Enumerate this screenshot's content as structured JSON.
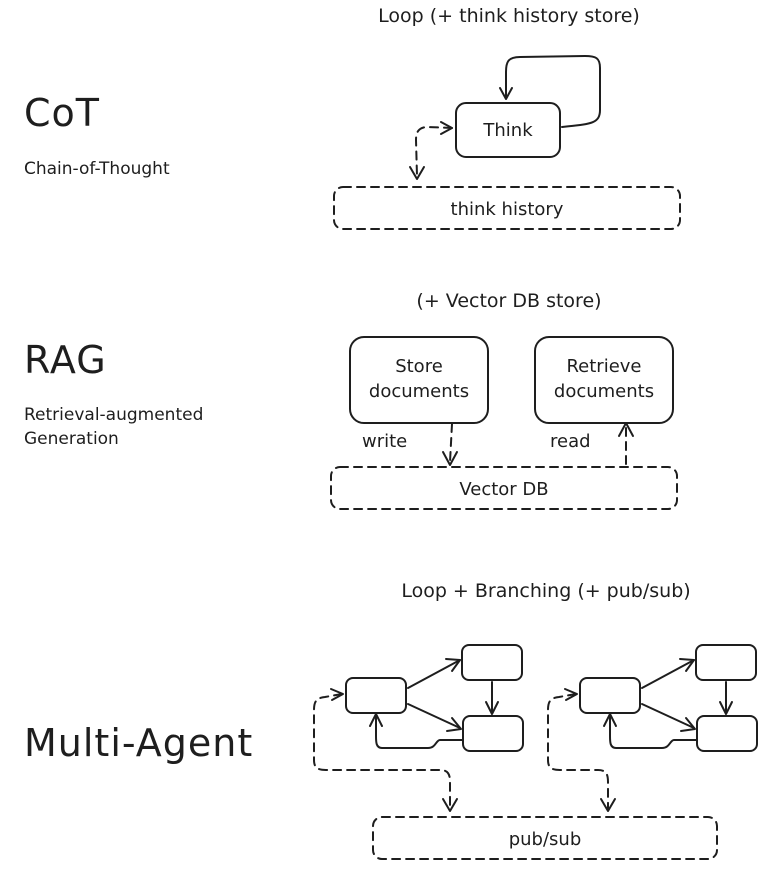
{
  "sections": {
    "cot": {
      "title": "CoT",
      "subtitle": "Chain-of-Thought",
      "caption": "Loop (+ think history store)",
      "think_box": "Think",
      "store_label": "think history"
    },
    "rag": {
      "title": "RAG",
      "subtitle_line1": "Retrieval-augmented",
      "subtitle_line2": "Generation",
      "caption": "(+ Vector DB store)",
      "store_box_line1": "Store",
      "store_box_line2": "documents",
      "retrieve_box_line1": "Retrieve",
      "retrieve_box_line2": "documents",
      "write_label": "write",
      "read_label": "read",
      "db_label": "Vector DB"
    },
    "multi_agent": {
      "title": "Multi-Agent",
      "caption": "Loop + Branching (+ pub/sub)",
      "bus_label": "pub/sub"
    }
  }
}
